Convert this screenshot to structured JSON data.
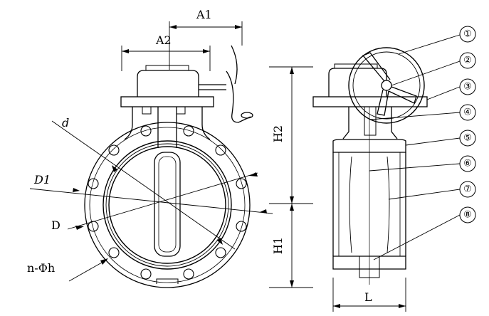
{
  "dimensions": {
    "A1": "A1",
    "A2": "A2",
    "d": "d",
    "D1": "D1",
    "D": "D",
    "holes": "n-Φh",
    "H1": "H1",
    "H2": "H2",
    "L": "L"
  },
  "callouts": [
    "①",
    "②",
    "③",
    "④",
    "⑤",
    "⑥",
    "⑦",
    "⑧"
  ],
  "colors": {
    "line": "#000000",
    "background": "#ffffff"
  }
}
